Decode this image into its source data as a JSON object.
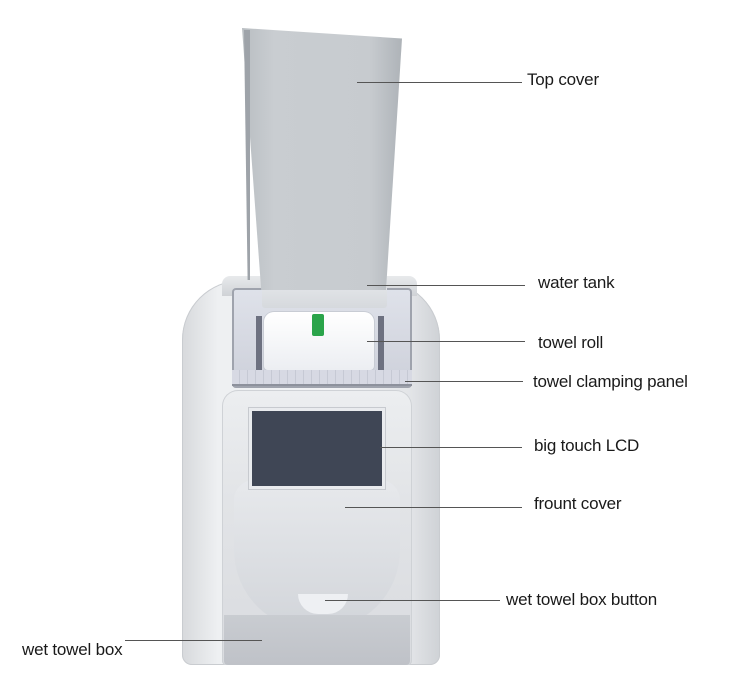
{
  "diagram": {
    "subject": "wet towel dispenser machine",
    "colors": {
      "background": "#ffffff",
      "label_text": "#1a1a1a",
      "leader_line": "#555555",
      "device_body": "#eceef0",
      "top_cover": "#c7cbcf",
      "lcd_screen": "#3f4655",
      "roll_tag": "#2aa44a"
    },
    "labels": [
      {
        "id": "top-cover",
        "text": "Top cover"
      },
      {
        "id": "water-tank",
        "text": "water tank"
      },
      {
        "id": "towel-roll",
        "text": "towel roll"
      },
      {
        "id": "towel-clamping-panel",
        "text": "towel clamping panel"
      },
      {
        "id": "big-touch-lcd",
        "text": "big touch LCD"
      },
      {
        "id": "frount-cover",
        "text": "frount cover"
      },
      {
        "id": "wet-towel-box-button",
        "text": "wet towel box button"
      },
      {
        "id": "wet-towel-box",
        "text": "wet towel box"
      }
    ]
  }
}
